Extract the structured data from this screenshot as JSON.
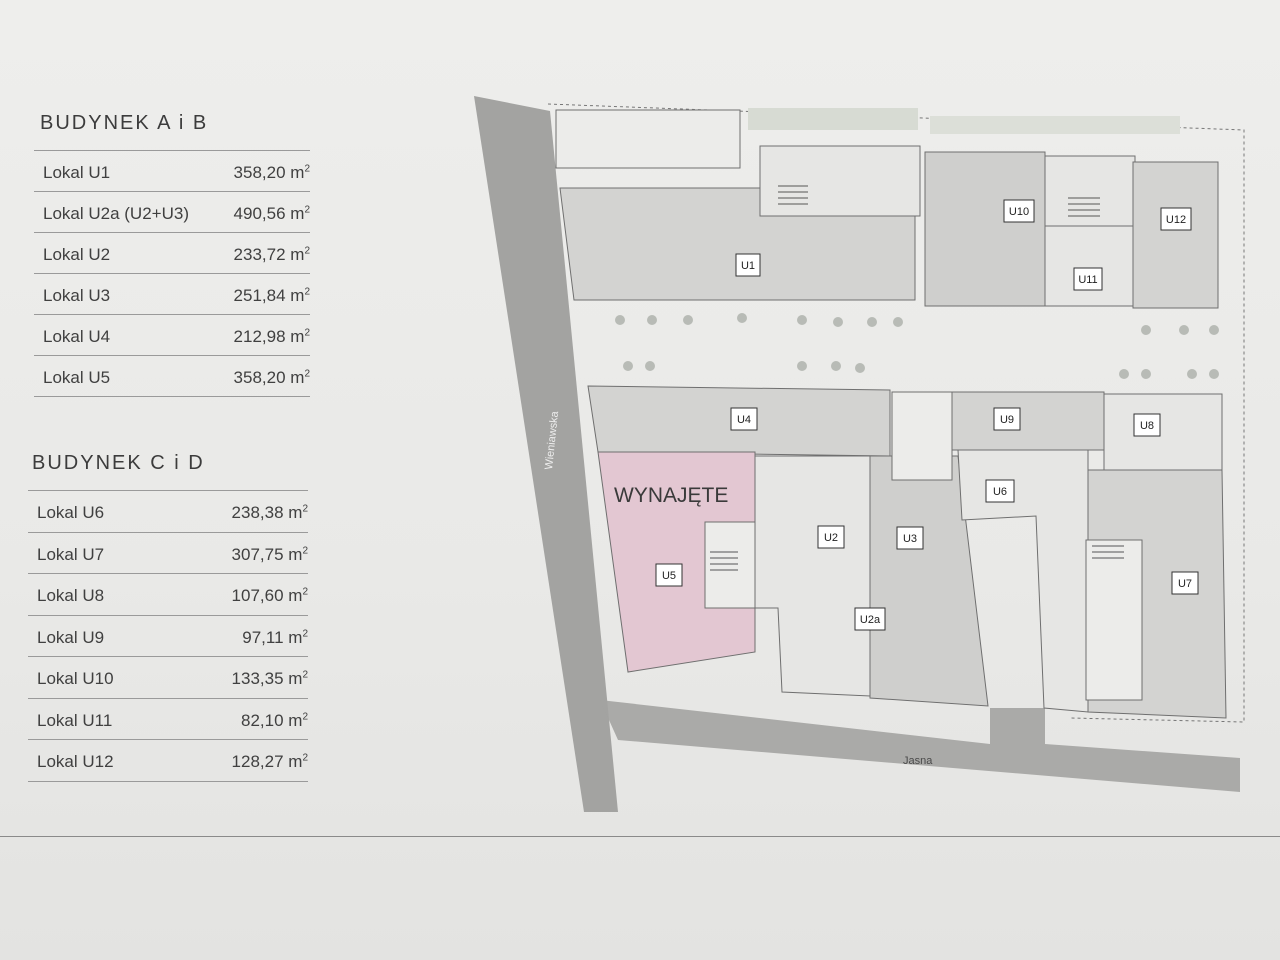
{
  "building_ab": {
    "title": "BUDYNEK A i B",
    "rows": [
      {
        "name": "Lokal U1",
        "area": "358,20 m",
        "unit": "2"
      },
      {
        "name": "Lokal U2a (U2+U3)",
        "area": "490,56 m",
        "unit": "2"
      },
      {
        "name": "Lokal U2",
        "area": "233,72 m",
        "unit": "2"
      },
      {
        "name": "Lokal U3",
        "area": "251,84 m",
        "unit": "2"
      },
      {
        "name": "Lokal U4",
        "area": "212,98 m",
        "unit": "2"
      },
      {
        "name": "Lokal U5",
        "area": "358,20 m",
        "unit": "2"
      }
    ]
  },
  "building_cd": {
    "title": "BUDYNEK C i D",
    "rows": [
      {
        "name": "Lokal U6",
        "area": "238,38 m",
        "unit": "2"
      },
      {
        "name": "Lokal U7",
        "area": "307,75 m",
        "unit": "2"
      },
      {
        "name": "Lokal U8",
        "area": "107,60 m",
        "unit": "2"
      },
      {
        "name": "Lokal U9",
        "area": "97,11 m",
        "unit": "2"
      },
      {
        "name": "Lokal U10",
        "area": "133,35 m",
        "unit": "2"
      },
      {
        "name": "Lokal U11",
        "area": "82,10 m",
        "unit": "2"
      },
      {
        "name": "Lokal U12",
        "area": "128,27 m",
        "unit": "2"
      }
    ]
  },
  "plan": {
    "streets": {
      "west": "Wieniawska",
      "south": "Jasna"
    },
    "rented_label": "WYNAJĘTE",
    "units": {
      "u1": "U1",
      "u2": "U2",
      "u2a": "U2a",
      "u3": "U3",
      "u4": "U4",
      "u5": "U5",
      "u6": "U6",
      "u7": "U7",
      "u8": "U8",
      "u9": "U9",
      "u10": "U10",
      "u11": "U11",
      "u12": "U12"
    },
    "colors": {
      "street": "#a3a3a1",
      "rented": "#e3c7d2",
      "unit_fill": "#d3d3d1",
      "light_fill": "#e6e6e4",
      "outline": "#6f6f6f"
    }
  }
}
